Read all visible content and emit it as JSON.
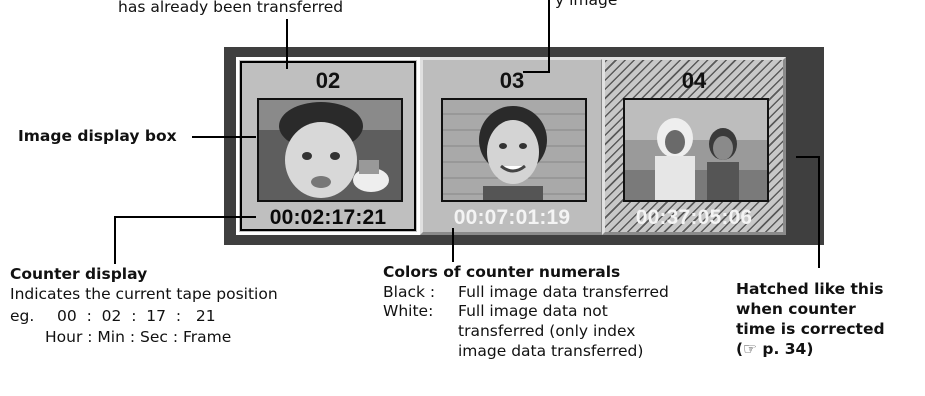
{
  "top_captions": {
    "transferred_fragment": "has already been transferred",
    "number_fragment": "y image"
  },
  "image_display_label": "Image display box",
  "cells": [
    {
      "number": "02",
      "counter": "00:02:17:21",
      "counter_color": "#0a0a0a",
      "state": "selected"
    },
    {
      "number": "03",
      "counter": "00:07:01:19",
      "counter_color": "#f4f4f4",
      "state": "normal"
    },
    {
      "number": "04",
      "counter": "00:37:05:06",
      "counter_color": "#f4f4f4",
      "state": "hatched"
    }
  ],
  "counter_display": {
    "title": "Counter display",
    "desc": "Indicates the current tape position",
    "eg_label": "eg.",
    "example": "00  :  02  :  17  :   21",
    "units": "Hour : Min : Sec : Frame"
  },
  "colors_of_numerals": {
    "title": "Colors of counter numerals",
    "black_label": "Black :",
    "black_desc": "Full image data transferred",
    "white_label": "White:",
    "white_desc_1": "Full image data not",
    "white_desc_2": "transferred (only index",
    "white_desc_3": "image data transferred)"
  },
  "hatched_note": {
    "line1": "Hatched like this",
    "line2": "when counter",
    "line3": "time is corrected",
    "line4": "(☞ p. 34)"
  }
}
